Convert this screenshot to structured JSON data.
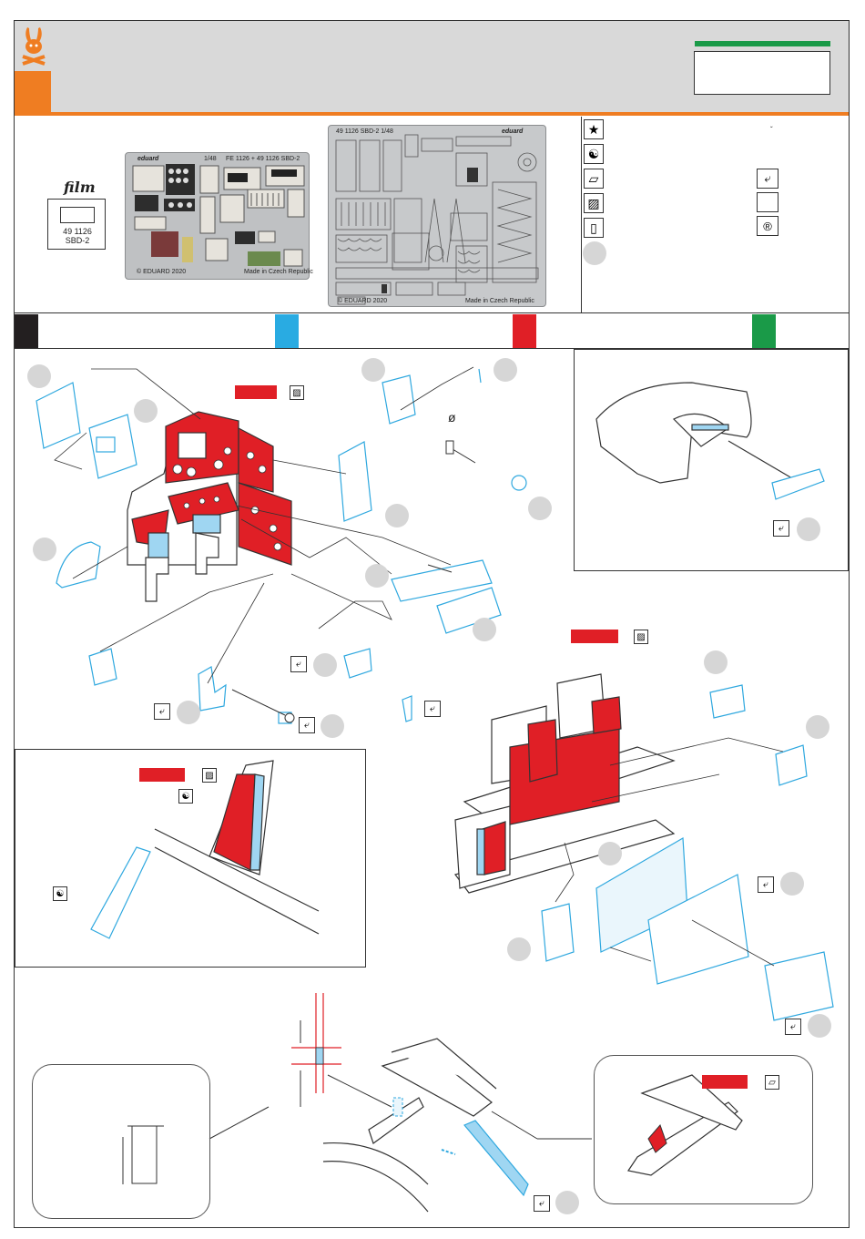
{
  "header": {
    "colors": {
      "band": "#d9d9d9",
      "accent": "#ef7d22",
      "green": "#1a9a48"
    }
  },
  "film": {
    "label": "film",
    "code_line1": "49 1126",
    "code_line2": "SBD-2"
  },
  "fret_left": {
    "brand": "eduard",
    "scale": "1/48",
    "product": "FE 1126 + 49 1126  SBD-2",
    "copyright": "© EDUARD 2020",
    "origin": "Made in Czech Republic"
  },
  "fret_right": {
    "product": "49 1126  SBD-2   1/48",
    "brand": "eduard",
    "copyright": "© EDUARD 2020",
    "origin": "Made in Czech Republic"
  },
  "legend": {
    "icons": [
      "star-icon",
      "yin-yang-icon",
      "decal-icon",
      "etch-icon",
      "drill-icon"
    ],
    "symbols": [
      "bend-icon",
      "blank-icon",
      "registered-icon"
    ]
  },
  "paints": {
    "colors": [
      "#231f20",
      "#29abe2",
      "#e01f26",
      "#1a9a48"
    ]
  },
  "diagram": {
    "colors": {
      "paint_red": "#e01f26",
      "etched_blue": "#2fa8df"
    },
    "symbol_phi": "ø"
  }
}
